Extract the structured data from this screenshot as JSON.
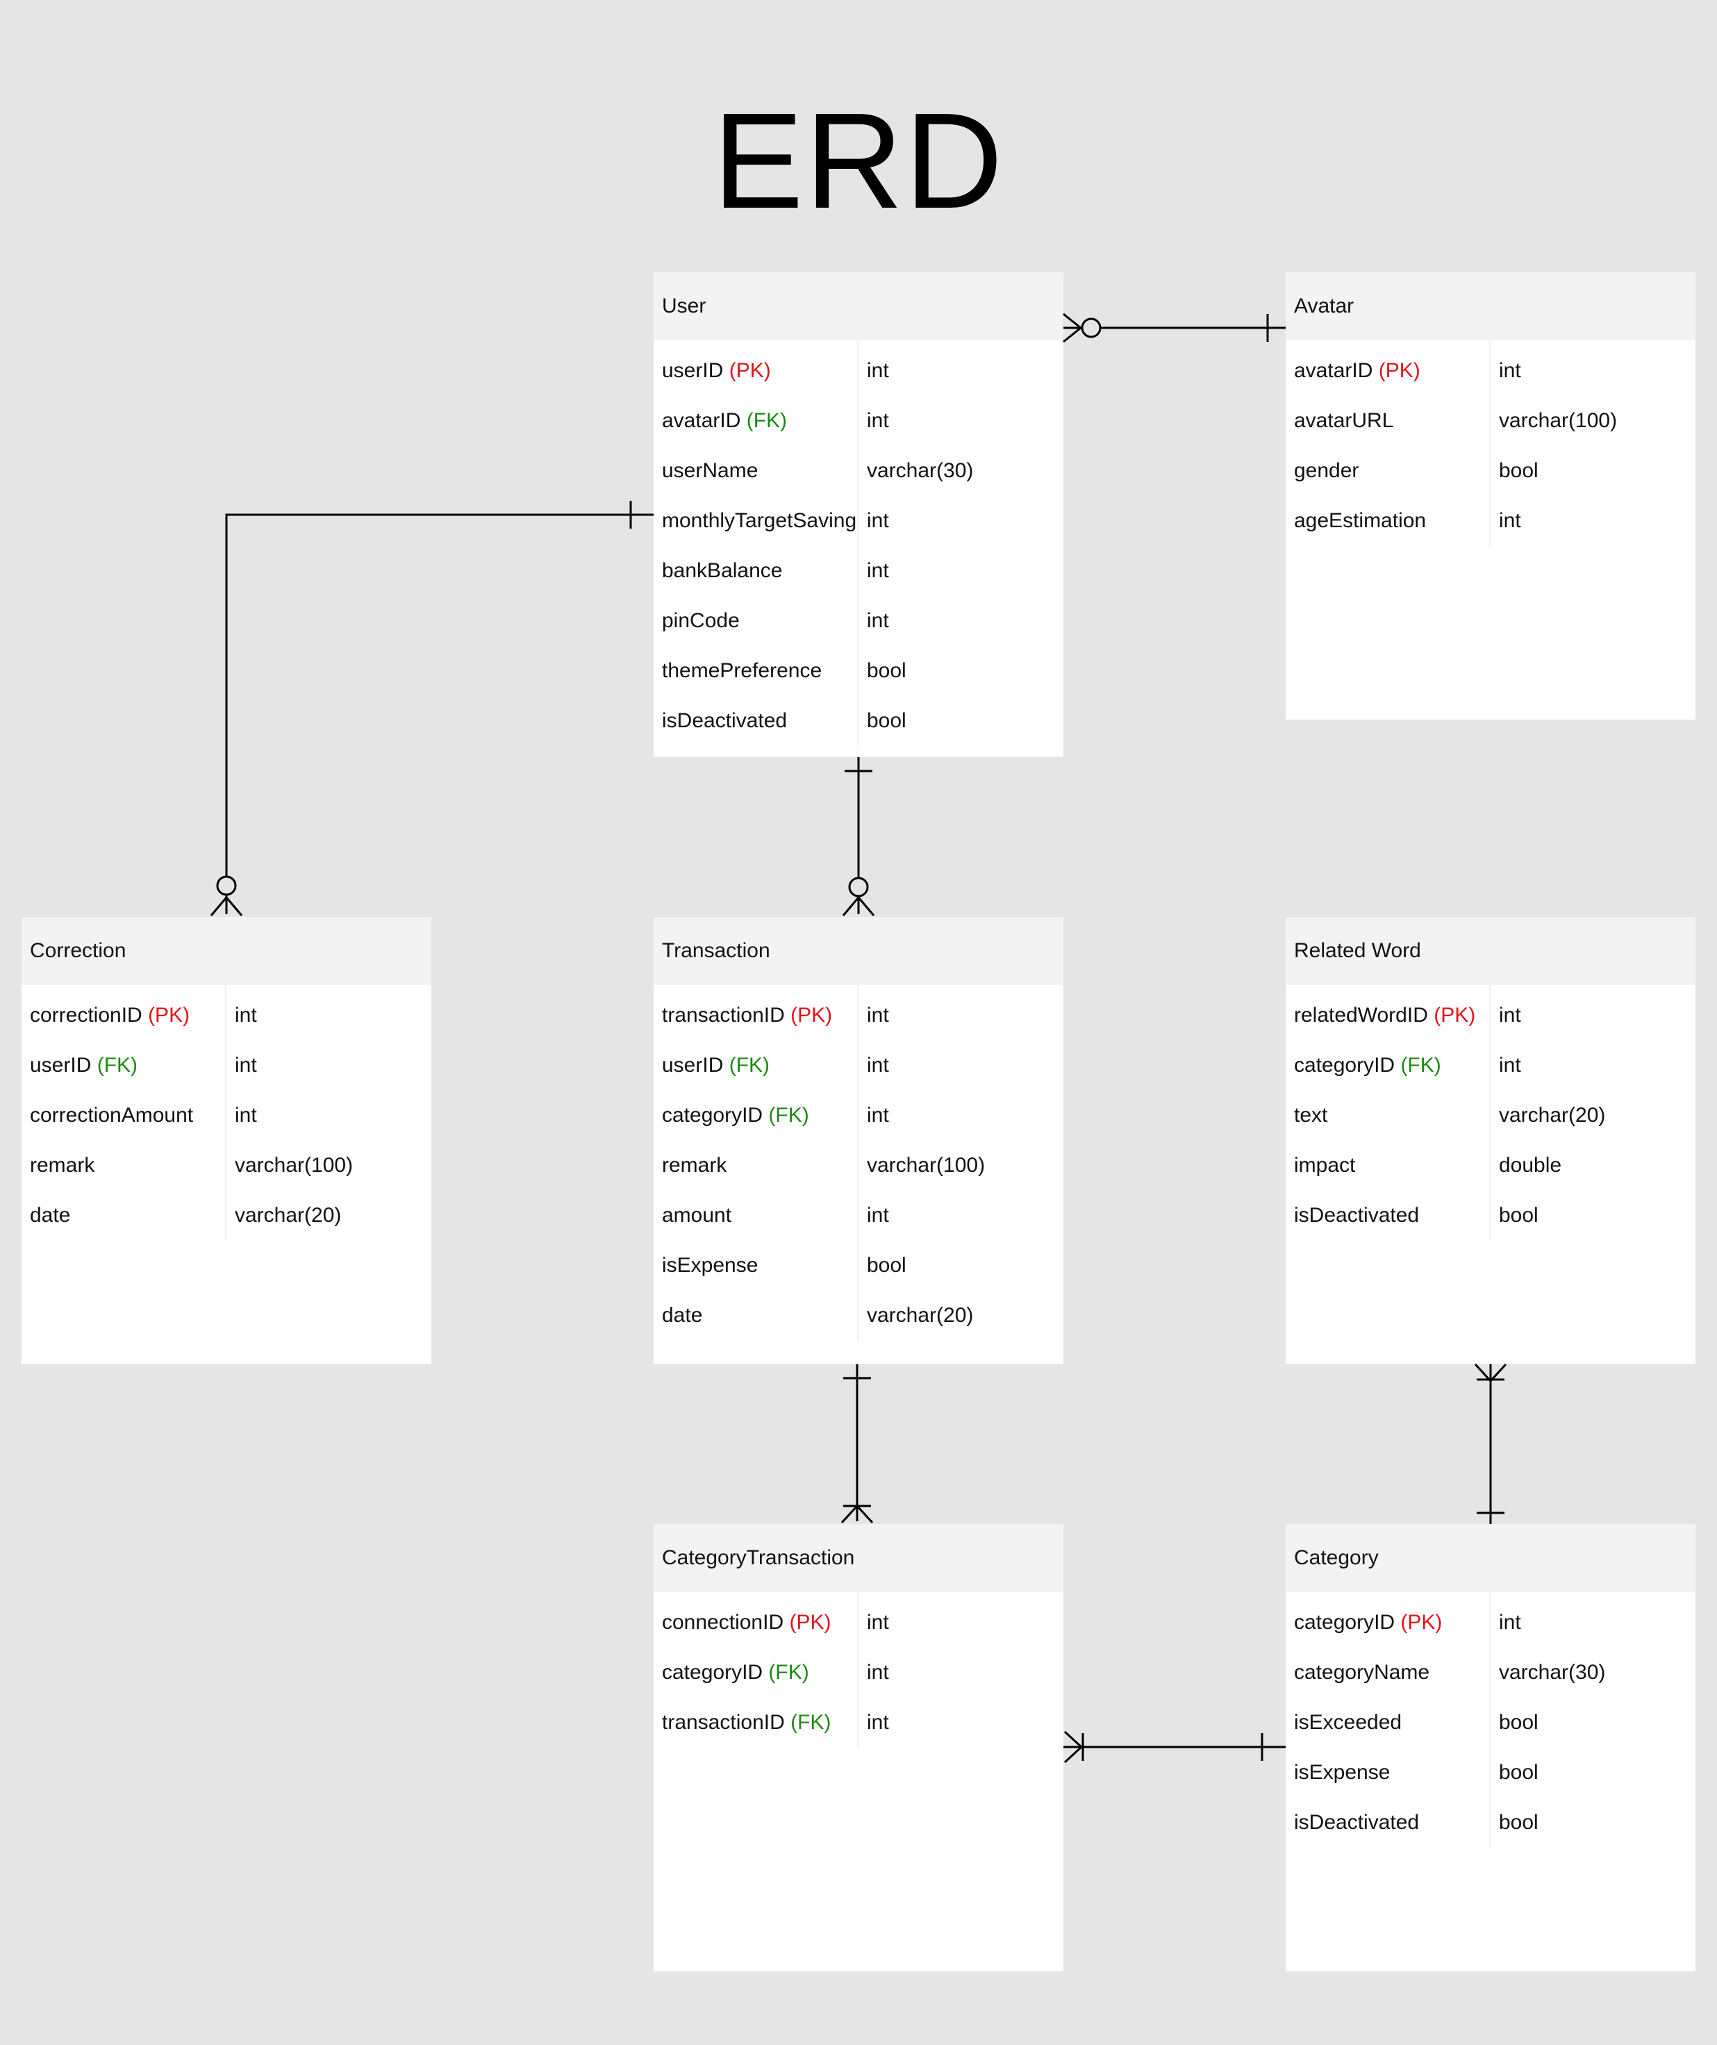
{
  "title": "ERD",
  "entities": {
    "user": {
      "name": "User",
      "attributes": [
        {
          "name": "userID",
          "key": "(PK)",
          "key_type": "pk",
          "type": "int"
        },
        {
          "name": "avatarID",
          "key": "(FK)",
          "key_type": "fk",
          "type": "int"
        },
        {
          "name": "userName",
          "key": "",
          "key_type": "",
          "type": "varchar(30)"
        },
        {
          "name": "monthlyTargetSaving",
          "key": "",
          "key_type": "",
          "type": "int"
        },
        {
          "name": "bankBalance",
          "key": "",
          "key_type": "",
          "type": "int"
        },
        {
          "name": "pinCode",
          "key": "",
          "key_type": "",
          "type": "int"
        },
        {
          "name": "themePreference",
          "key": "",
          "key_type": "",
          "type": "bool"
        },
        {
          "name": "isDeactivated",
          "key": "",
          "key_type": "",
          "type": "bool"
        }
      ]
    },
    "avatar": {
      "name": "Avatar",
      "attributes": [
        {
          "name": "avatarID",
          "key": "(PK)",
          "key_type": "pk",
          "type": "int"
        },
        {
          "name": "avatarURL",
          "key": "",
          "key_type": "",
          "type": "varchar(100)"
        },
        {
          "name": "gender",
          "key": "",
          "key_type": "",
          "type": "bool"
        },
        {
          "name": "ageEstimation",
          "key": "",
          "key_type": "",
          "type": "int"
        }
      ]
    },
    "correction": {
      "name": "Correction",
      "attributes": [
        {
          "name": "correctionID",
          "key": "(PK)",
          "key_type": "pk",
          "type": "int"
        },
        {
          "name": "userID",
          "key": "(FK)",
          "key_type": "fk",
          "type": "int"
        },
        {
          "name": "correctionAmount",
          "key": "",
          "key_type": "",
          "type": "int"
        },
        {
          "name": "remark",
          "key": "",
          "key_type": "",
          "type": "varchar(100)"
        },
        {
          "name": "date",
          "key": "",
          "key_type": "",
          "type": "varchar(20)"
        }
      ]
    },
    "transaction": {
      "name": "Transaction",
      "attributes": [
        {
          "name": "transactionID",
          "key": "(PK)",
          "key_type": "pk",
          "type": "int"
        },
        {
          "name": "userID",
          "key": "(FK)",
          "key_type": "fk",
          "type": "int"
        },
        {
          "name": "categoryID",
          "key": "(FK)",
          "key_type": "fk",
          "type": "int"
        },
        {
          "name": "remark",
          "key": "",
          "key_type": "",
          "type": "varchar(100)"
        },
        {
          "name": "amount",
          "key": "",
          "key_type": "",
          "type": "int"
        },
        {
          "name": "isExpense",
          "key": "",
          "key_type": "",
          "type": "bool"
        },
        {
          "name": "date",
          "key": "",
          "key_type": "",
          "type": "varchar(20)"
        }
      ]
    },
    "related_word": {
      "name": "Related Word",
      "attributes": [
        {
          "name": "relatedWordID",
          "key": "(PK)",
          "key_type": "pk",
          "type": "int"
        },
        {
          "name": "categoryID",
          "key": "(FK)",
          "key_type": "fk",
          "type": "int"
        },
        {
          "name": "text",
          "key": "",
          "key_type": "",
          "type": "varchar(20)"
        },
        {
          "name": "impact",
          "key": "",
          "key_type": "",
          "type": "double"
        },
        {
          "name": "isDeactivated",
          "key": "",
          "key_type": "",
          "type": "bool"
        }
      ]
    },
    "category_transaction": {
      "name": "CategoryTransaction",
      "attributes": [
        {
          "name": "connectionID",
          "key": "(PK)",
          "key_type": "pk",
          "type": "int"
        },
        {
          "name": "categoryID",
          "key": "(FK)",
          "key_type": "fk",
          "type": "int"
        },
        {
          "name": "transactionID",
          "key": "(FK)",
          "key_type": "fk",
          "type": "int"
        }
      ]
    },
    "category": {
      "name": "Category",
      "attributes": [
        {
          "name": "categoryID",
          "key": "(PK)",
          "key_type": "pk",
          "type": "int"
        },
        {
          "name": "categoryName",
          "key": "",
          "key_type": "",
          "type": "varchar(30)"
        },
        {
          "name": "isExceeded",
          "key": "",
          "key_type": "",
          "type": "bool"
        },
        {
          "name": "isExpense",
          "key": "",
          "key_type": "",
          "type": "bool"
        },
        {
          "name": "isDeactivated",
          "key": "",
          "key_type": "",
          "type": "bool"
        }
      ]
    }
  },
  "relationships": [
    {
      "from": "User",
      "to": "Avatar",
      "from_cardinality": "zero-or-many",
      "to_cardinality": "one"
    },
    {
      "from": "User",
      "to": "Correction",
      "from_cardinality": "one",
      "to_cardinality": "zero-or-many"
    },
    {
      "from": "User",
      "to": "Transaction",
      "from_cardinality": "one",
      "to_cardinality": "zero-or-many"
    },
    {
      "from": "Transaction",
      "to": "CategoryTransaction",
      "from_cardinality": "one",
      "to_cardinality": "one-or-many"
    },
    {
      "from": "Related Word",
      "to": "Category",
      "from_cardinality": "one-or-many",
      "to_cardinality": "one"
    },
    {
      "from": "CategoryTransaction",
      "to": "Category",
      "from_cardinality": "one-or-many",
      "to_cardinality": "one"
    }
  ],
  "colors": {
    "background": "#e5e5e5",
    "header": "#f3f3f3",
    "pk": "#e0131b",
    "fk": "#1d8a14",
    "line": "#000000"
  }
}
